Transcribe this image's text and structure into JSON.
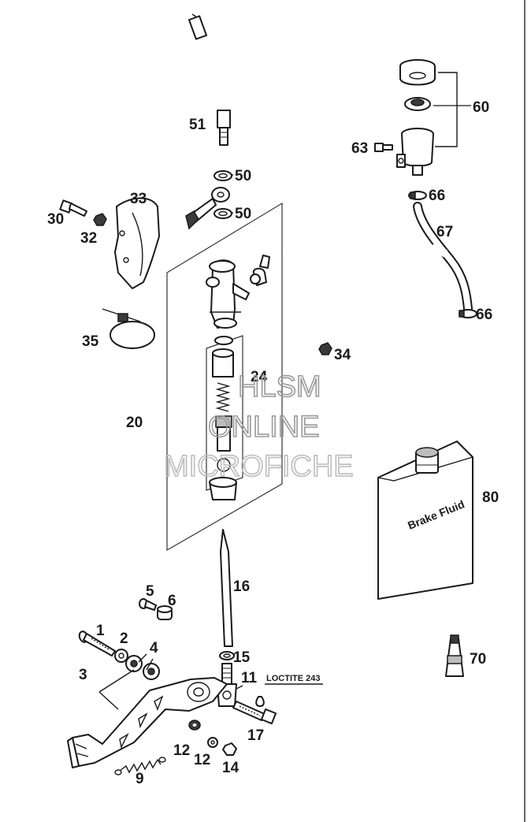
{
  "labels": {
    "p1": "1",
    "p2": "2",
    "p3": "3",
    "p4": "4",
    "p5": "5",
    "p6": "6",
    "p9": "9",
    "p11": "11",
    "p12a": "12",
    "p12b": "12",
    "p14": "14",
    "p15": "15",
    "p16": "16",
    "p17": "17",
    "p20": "20",
    "p24": "24",
    "p30": "30",
    "p32": "32",
    "p33": "33",
    "p34": "34",
    "p35": "35",
    "p50a": "50",
    "p50b": "50",
    "p51": "51",
    "p60": "60",
    "p63": "63",
    "p66a": "66",
    "p66b": "66",
    "p67": "67",
    "p70": "70",
    "p80": "80"
  },
  "loctite": "LOCTITE 243",
  "brake_fluid_text": "Brake Fluid",
  "watermark": {
    "line1": "HLSM",
    "line2": "ONLINE",
    "line3": "MICROFICHE"
  },
  "colors": {
    "ink": "#1a1a1a",
    "watermark": "#9a9a9a"
  }
}
